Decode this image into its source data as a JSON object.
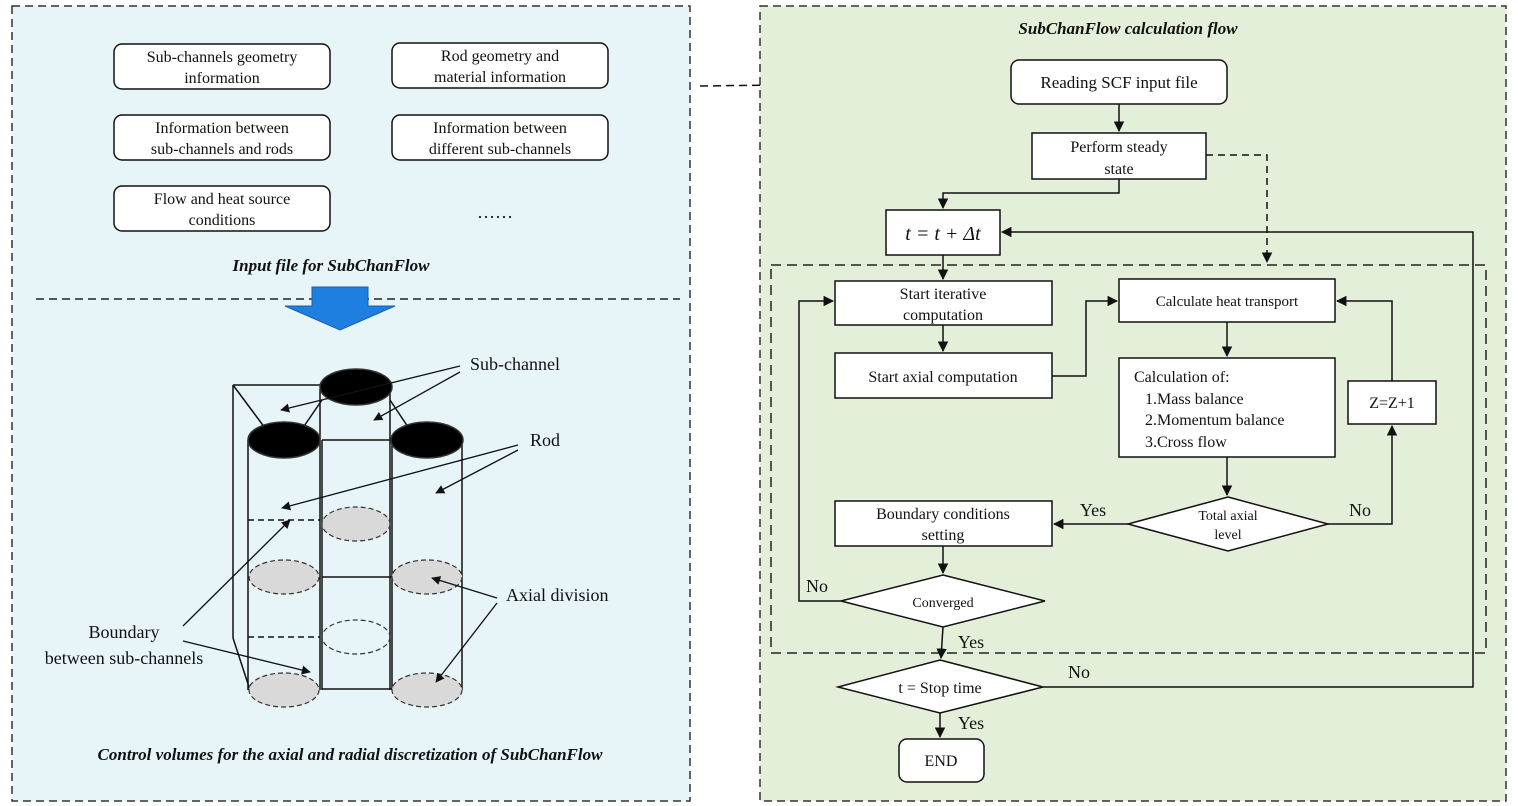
{
  "left_panel": {
    "input_boxes": [
      {
        "line1": "Sub-channels geometry",
        "line2": "information"
      },
      {
        "line1": "Rod geometry and",
        "line2": "material information"
      },
      {
        "line1": "Information between",
        "line2": "sub-channels and rods"
      },
      {
        "line1": "Information between",
        "line2": "different sub-channels"
      },
      {
        "line1": "Flow and heat source",
        "line2": "conditions"
      }
    ],
    "ellipsis": "……",
    "input_caption": "Input file for SubChanFlow",
    "labels": {
      "sub_channel": "Sub-channel",
      "rod": "Rod",
      "axial_division": "Axial division",
      "boundary_line1": "Boundary",
      "boundary_line2": "between sub-channels"
    },
    "bottom_caption": "Control volumes for the axial and radial discretization of SubChanFlow"
  },
  "right_panel": {
    "title": "SubChanFlow calculation flow",
    "nodes": {
      "read_input": "Reading SCF input file",
      "steady_line1": "Perform steady",
      "steady_line2": "state",
      "time_step": "t = t + Δt",
      "start_iter_line1": "Start iterative",
      "start_iter_line2": "computation",
      "start_axial": "Start axial computation",
      "heat_transport": "Calculate heat transport",
      "calc_title": "Calculation of:",
      "calc_item1": "1.Mass balance",
      "calc_item2": "2.Momentum balance",
      "calc_item3": "3.Cross flow",
      "z_inc": "Z=Z+1",
      "axial_level_line1": "Total axial",
      "axial_level_line2": "level",
      "bc_line1": "Boundary conditions",
      "bc_line2": "setting",
      "converged": "Converged",
      "stop_time": "t = Stop time",
      "end": "END"
    },
    "edge_labels": {
      "yes_axial": "Yes",
      "no_axial": "No",
      "no_converged": "No",
      "yes_converged": "Yes",
      "no_stop": "No",
      "yes_stop": "Yes"
    }
  },
  "colors": {
    "left_bg": "#e7f4f8",
    "right_bg": "#e3efd9",
    "arrow_blue": "#1f7fe0",
    "stroke": "#111111"
  }
}
